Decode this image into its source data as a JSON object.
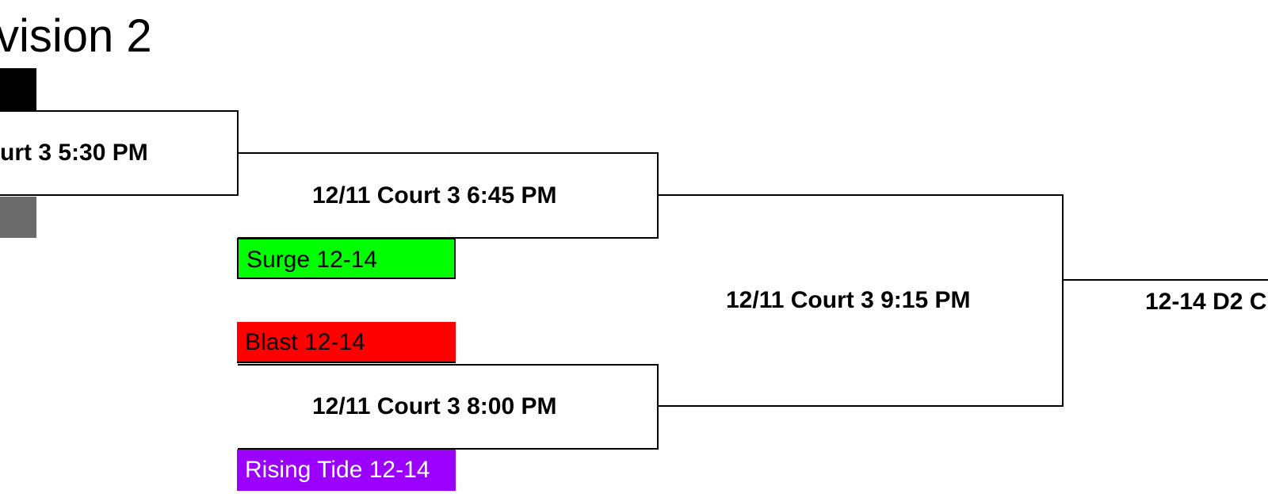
{
  "title": "vision 2",
  "teams": {
    "top_seed": {
      "label": "",
      "color": "#000000"
    },
    "second_seed": {
      "label": "",
      "color": "#6b6b6b"
    },
    "surge": {
      "label": "Surge 12-14",
      "color": "#00ff00",
      "text_color": "#000000"
    },
    "blast": {
      "label": "Blast 12-14",
      "color": "#ff0000",
      "text_color": "#000000"
    },
    "rising_tide": {
      "label": "Rising Tide 12-14",
      "color": "#9b00ff",
      "text_color": "#ffffff"
    }
  },
  "games": {
    "game_530": "urt 3 5:30 PM",
    "game_645": "12/11 Court 3 6:45 PM",
    "game_800": "12/11 Court 3 8:00 PM",
    "game_915": "12/11 Court 3 9:15 PM",
    "final": "12-14 D2 C"
  },
  "colors": {
    "line": "#000000",
    "background": "#ffffff"
  }
}
